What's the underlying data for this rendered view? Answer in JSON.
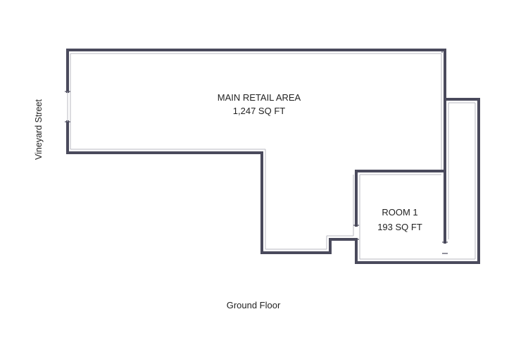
{
  "plan": {
    "street_label": "Vineyard Street",
    "floor_label": "Ground Floor",
    "rooms": [
      {
        "name": "MAIN RETAIL AREA",
        "area": "1,247 SQ FT"
      },
      {
        "name": "ROOM 1",
        "area": "193 SQ FT"
      }
    ]
  },
  "colors": {
    "wall": "#4a4a5c",
    "inner_line": "#b9b9c2",
    "background": "#ffffff"
  }
}
